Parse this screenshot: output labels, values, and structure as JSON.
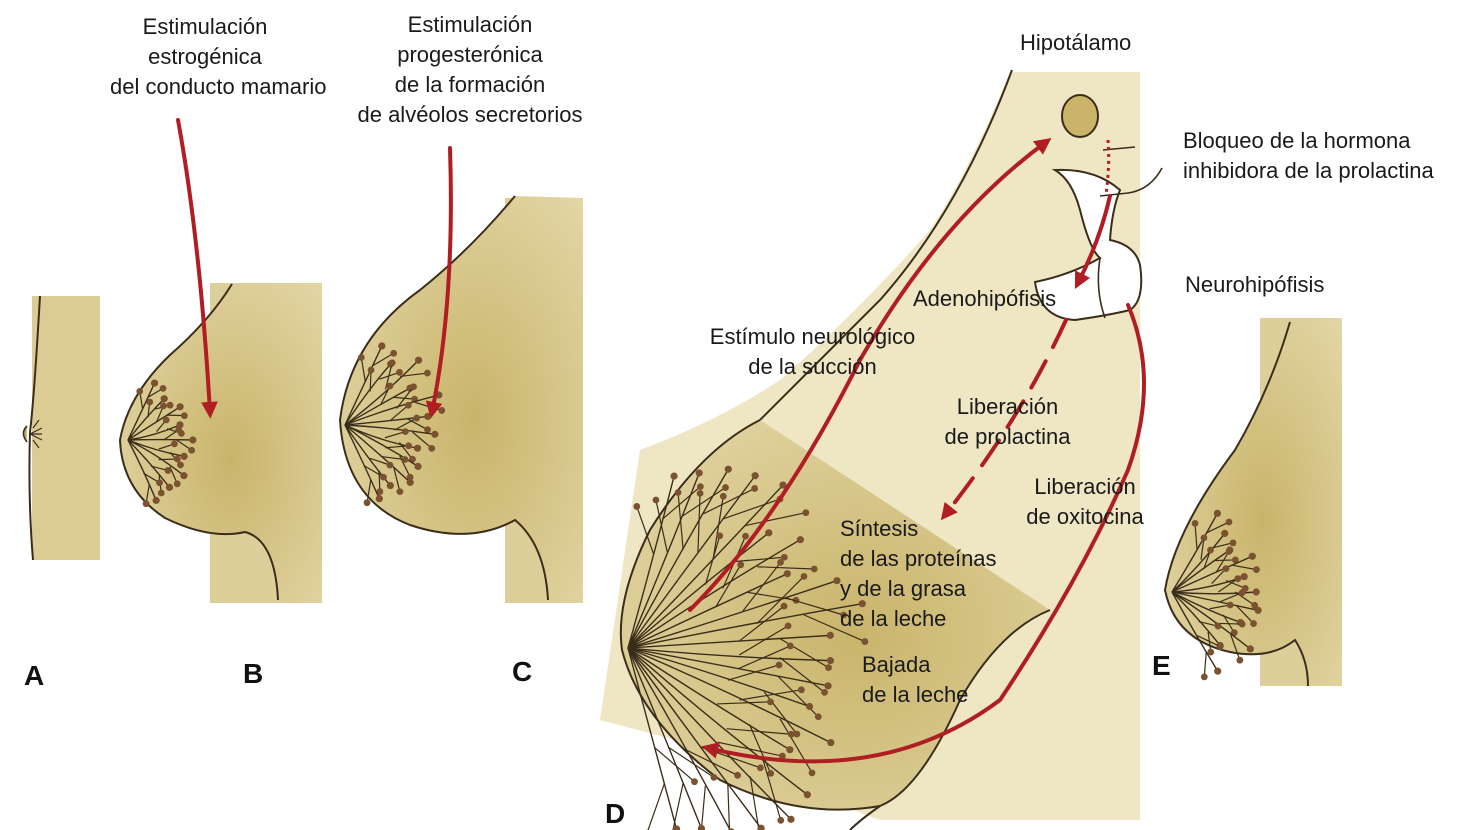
{
  "panels": {
    "a": {
      "letter": "A"
    },
    "b": {
      "letter": "B",
      "caption": [
        "Estimulación",
        "estrogénica",
        "del conducto mamario"
      ]
    },
    "c": {
      "letter": "C",
      "caption": [
        "Estimulación",
        "progesterónica",
        "de la formación",
        "de alvéolos secretorios"
      ]
    },
    "d": {
      "letter": "D",
      "hypothalamus": "Hipotálamo",
      "block": [
        "Bloqueo de la hormona",
        "inhibidora de la prolactina"
      ],
      "adenohypophysis": "Adenohipófisis",
      "suckling": [
        "Estímulo neurológico",
        "de la succión"
      ],
      "prolactin": [
        "Liberación",
        "de prolactina"
      ],
      "oxytocin": [
        "Liberación",
        "de oxitocina"
      ],
      "synthesis": [
        "Síntesis",
        "de las proteínas",
        "y de la grasa",
        "de la leche"
      ],
      "letdown": [
        "Bajada",
        "de la leche"
      ]
    },
    "e": {
      "letter": "E",
      "label": "Neurohipófisis"
    }
  },
  "colors": {
    "tissue": "#d9c98e",
    "tissue_light": "#efe6c4",
    "arrow": "#b01e23",
    "line": "#3a2e1a",
    "gland": "#7a5230"
  }
}
